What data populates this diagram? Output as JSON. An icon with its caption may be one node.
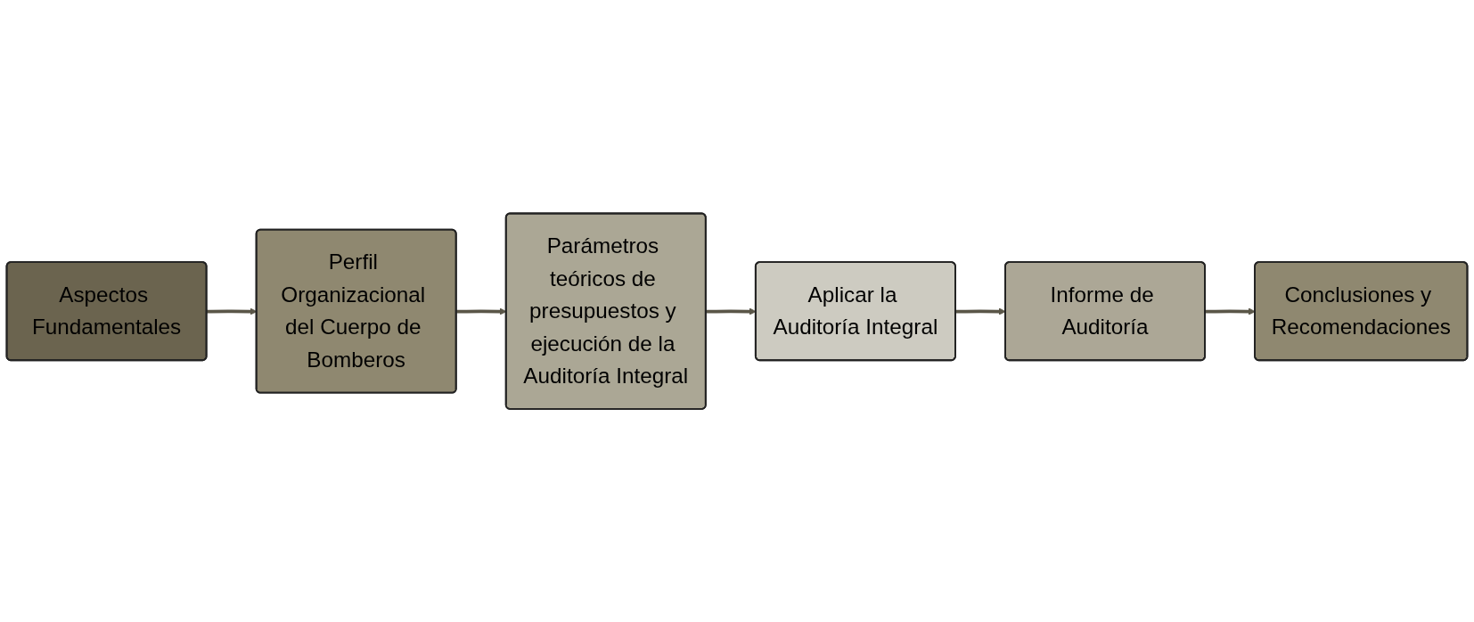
{
  "diagram": {
    "nodes": [
      {
        "text": [
          "Aspectos Fundamentales"
        ]
      },
      {
        "text": [
          "Perfil Organizacional del Cuerpo de Bomberos"
        ]
      },
      {
        "text": [
          "Parámetros teóricos de presupuestos y ejecución de la Auditoría Integral"
        ]
      },
      {
        "text": [
          "Aplicar la Auditoría Integral"
        ]
      },
      {
        "text": [
          "Informe de Auditoría"
        ]
      },
      {
        "text": [
          "Conclusiones y Recomendaciones"
        ]
      }
    ],
    "edges": [
      {
        "from": 0,
        "to": 1,
        "arrow": "to"
      },
      {
        "from": 1,
        "to": 2,
        "arrow": "to"
      },
      {
        "from": 2,
        "to": 3,
        "arrow": "to"
      },
      {
        "from": 3,
        "to": 4,
        "arrow": "to"
      },
      {
        "from": 4,
        "to": 5,
        "arrow": "to"
      }
    ]
  }
}
